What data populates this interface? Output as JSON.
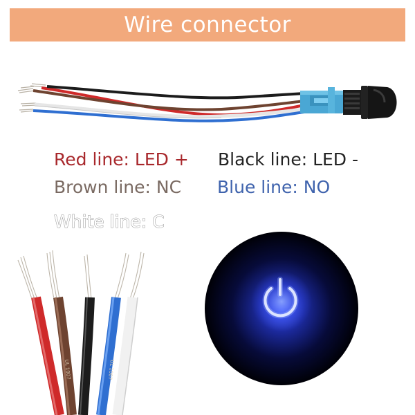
{
  "header": {
    "title": "Wire connector"
  },
  "legend": [
    {
      "text": "Red line: LED +",
      "color": "#a8282c"
    },
    {
      "text": "Black line: LED -",
      "color": "#232323"
    },
    {
      "text": "Brown line: NC",
      "color": "#7a6a62"
    },
    {
      "text": "Blue line: NO",
      "color": "#3f63ad"
    },
    {
      "text": "White line: C",
      "color": "#8f8f8f"
    }
  ],
  "wire_colors": {
    "red": "#cf2a2a",
    "brown": "#6e4330",
    "black": "#1c1c1c",
    "blue": "#2f6fd1",
    "white": "#f4f4f4"
  },
  "switch_icon": "power-icon",
  "glow_color": "#2f4bff",
  "banner_color": "#f2a97c"
}
